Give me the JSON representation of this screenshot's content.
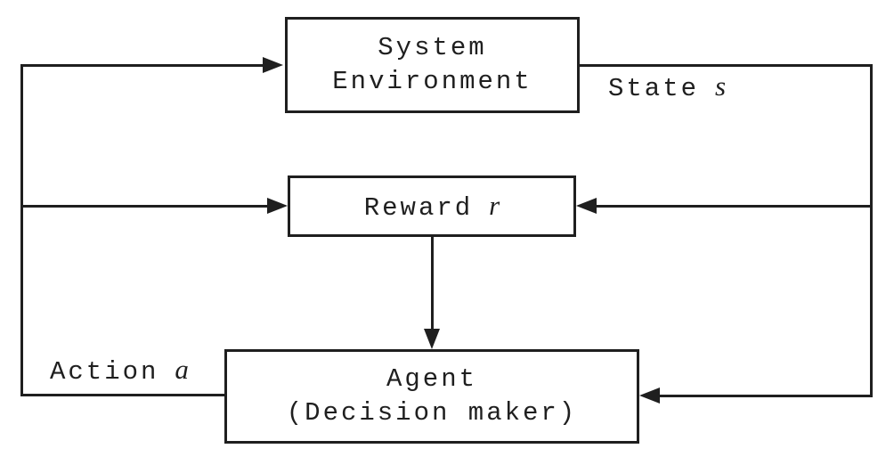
{
  "boxes": {
    "environment": {
      "line1": "System",
      "line2": "Environment"
    },
    "reward": {
      "text": "Reward",
      "var": "r"
    },
    "agent": {
      "line1": "Agent",
      "line2": "(Decision maker)"
    }
  },
  "labels": {
    "state": {
      "text": "State",
      "var": "s"
    },
    "action": {
      "text": "Action",
      "var": "a"
    }
  },
  "colors": {
    "line": "#1f1f1f",
    "background": "#ffffff",
    "box_fill": "#ffffff"
  }
}
